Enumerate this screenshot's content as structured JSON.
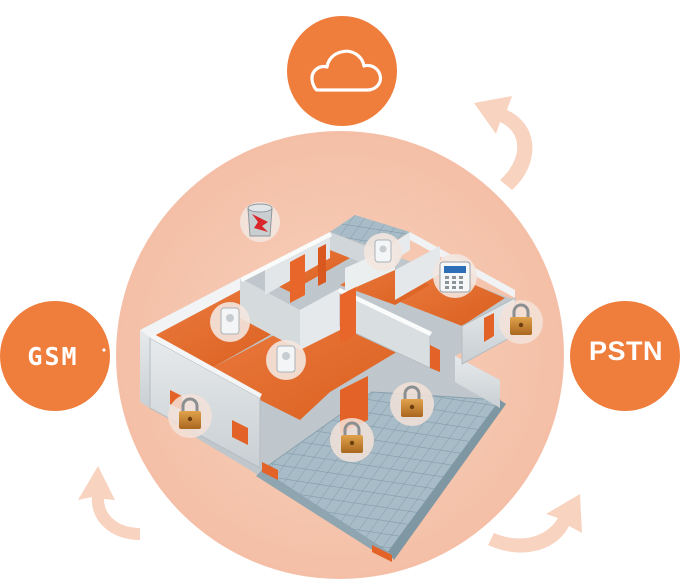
{
  "nodes": {
    "cloud": {
      "icon": "cloud-icon"
    },
    "pstn": {
      "label": "PSTN"
    },
    "gsm": {
      "label": "GSM",
      "icon": "gsm-logo"
    }
  },
  "colors": {
    "orange": "#ef7d3c",
    "peach_circle": "#f6c7b0",
    "arrow_peach": "#f8d3c0",
    "floor": "#e46a2e",
    "wall": "#d8dcdf",
    "wall_edge": "#f2f4f5",
    "tile": "#9fb6c2",
    "lock_body": "#c98a3a"
  },
  "icons": [
    "cloud-icon",
    "gsm-logo",
    "padlock-icon",
    "motion-sensor-icon",
    "siren-icon",
    "keypad-icon"
  ]
}
